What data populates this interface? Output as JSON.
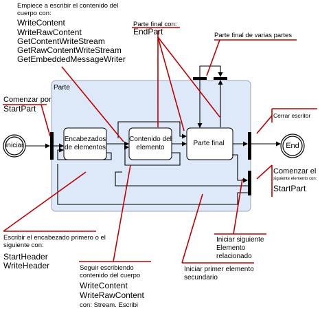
{
  "callouts": {
    "begin_body": {
      "intro": "Empiece a escribir el contenido del cuerpo con:",
      "methods": [
        "WriteContent",
        "WriteRawContent",
        "GetContentWriteStream",
        "GetRawContentWriteStream",
        "GetEmbeddedMessageWriter"
      ]
    },
    "end_part_single": {
      "intro": "Parte final con:",
      "method": "EndPart"
    },
    "end_part_multi": "Parte final de varias partes",
    "start_part": {
      "intro": "Comenzar por",
      "method": "StartPart"
    },
    "close_writer": "Cerrar escritor",
    "start_next": {
      "intro": "Comenzar el",
      "small": "siguiente elemento con:",
      "method": "StartPart"
    },
    "write_header": {
      "intro": "Escribir el encabezado primero o el siguiente con:",
      "methods": [
        "StartHeader",
        "WriteHeader"
      ]
    },
    "continue_body": {
      "intro": "Seguir escribiendo contenido del cuerpo",
      "methods": [
        "WriteContent",
        "WriteRawContent"
      ],
      "extra": "con: Stream. Escribi"
    },
    "start_first_child": "Iniciar primer elemento secundario",
    "start_next_related": "Iniciar siguiente Elemento relacionado"
  },
  "diagram": {
    "part_label": "Parte",
    "start_label": "Iniciar",
    "end_label": "End",
    "headers_label": "Encabezados de elementos",
    "content_label": "Contenido del elemento",
    "final_label": "Parte final"
  },
  "colors": {
    "callout_line": "#c00000",
    "region_fill": "#dde8f8",
    "region_stroke": "#9aa7b8",
    "box_fill": "#ffffff",
    "stroke": "#000000"
  }
}
